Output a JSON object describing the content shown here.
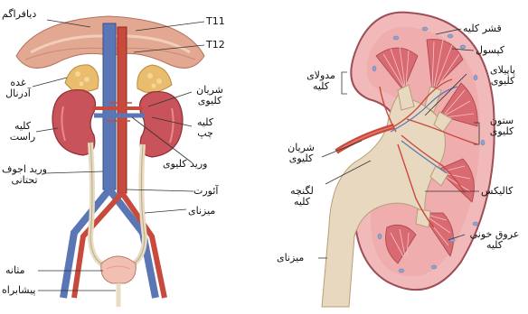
{
  "left_panel": {
    "diaphragm": "دیافراگم",
    "t11": "T11",
    "t12": "T12",
    "adrenal_gland": "غده آدرنال",
    "renal_artery": "شریان کلیوی",
    "right_kidney": "کلیه راست",
    "left_kidney": "کلیه چپ",
    "renal_vein": "ورید کلیوی",
    "inferior_vena_cava": "ورید اجوف تحتانی",
    "aorta": "آئورت",
    "ureter": "میزنای",
    "bladder": "مثانه",
    "urethra": "پیشابراه"
  },
  "right_panel": {
    "renal_cortex": "قشر کلیه",
    "capsule": "کپسول",
    "renal_medulla": "مدولای کلیه",
    "renal_papilla": "پاپیلای کلیوی",
    "renal_column": "ستون کلیوی",
    "renal_artery": "شریان کلیوی",
    "renal_pelvis": "لگنچه کلیه",
    "calyx": "کالیکس",
    "renal_blood_vessels": "عروق خونی کلیه",
    "ureter": "میزنای"
  },
  "colors": {
    "kidney_red": "#c8535a",
    "cortex_pink": "#f1b9b9",
    "artery_red": "#c84a3d",
    "vein_blue": "#5a76b4",
    "ureter_beige": "#e8dcc4",
    "diaphragm": "#e0a38d"
  }
}
